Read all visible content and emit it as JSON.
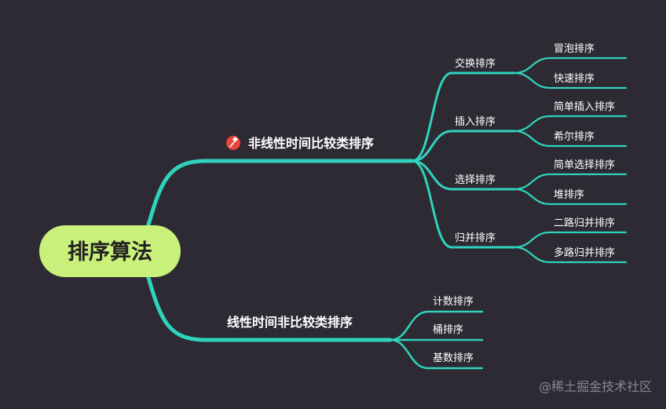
{
  "colors": {
    "background": "#2e2a33",
    "branch": "#2fd3bd",
    "root_fill": "#c8f07a",
    "root_text": "#222222",
    "node_text": "#ffffff",
    "pin_icon": "#e8453c",
    "watermark": "#8a8690"
  },
  "mindmap": {
    "root": "排序算法",
    "branches": [
      {
        "label": "非线性时间比较类排序",
        "icon": "pin-icon",
        "children": [
          {
            "label": "交换排序",
            "children": [
              "冒泡排序",
              "快速排序"
            ]
          },
          {
            "label": "插入排序",
            "children": [
              "简单插入排序",
              "希尔排序"
            ]
          },
          {
            "label": "选择排序",
            "children": [
              "简单选择排序",
              "堆排序"
            ]
          },
          {
            "label": "归并排序",
            "children": [
              "二路归并排序",
              "多路归并排序"
            ]
          }
        ]
      },
      {
        "label": "线性时间非比较类排序",
        "children": [
          {
            "label": "计数排序"
          },
          {
            "label": "桶排序"
          },
          {
            "label": "基数排序"
          }
        ]
      }
    ]
  },
  "watermark": "@稀土掘金技术社区"
}
